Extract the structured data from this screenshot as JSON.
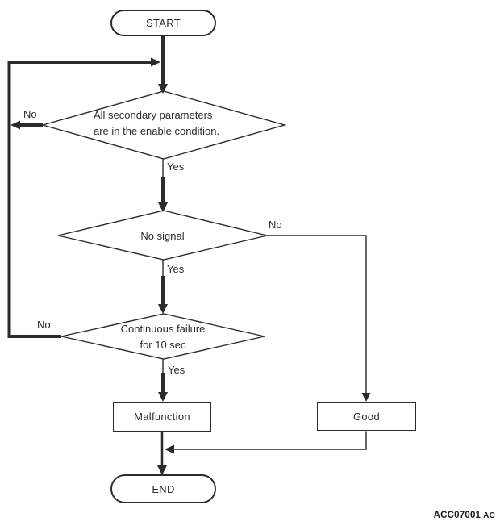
{
  "flowchart": {
    "nodes": {
      "start": "START",
      "decision_params": {
        "line1": "All secondary parameters",
        "line2": "are in the enable condition."
      },
      "decision_signal": "No signal",
      "decision_failure": {
        "line1": "Continuous failure",
        "line2": "for 10 sec"
      },
      "malfunction": "Malfunction",
      "good": "Good",
      "end": "END"
    },
    "branches": {
      "d1_no": "No",
      "d1_yes": "Yes",
      "d2_no": "No",
      "d2_yes": "Yes",
      "d3_no": "No",
      "d3_yes": "Yes"
    },
    "figure_code": {
      "id": "ACC07001",
      "suffix": "AC"
    },
    "colors": {
      "line": "#2b2b2b",
      "background": "#ffffff"
    }
  }
}
